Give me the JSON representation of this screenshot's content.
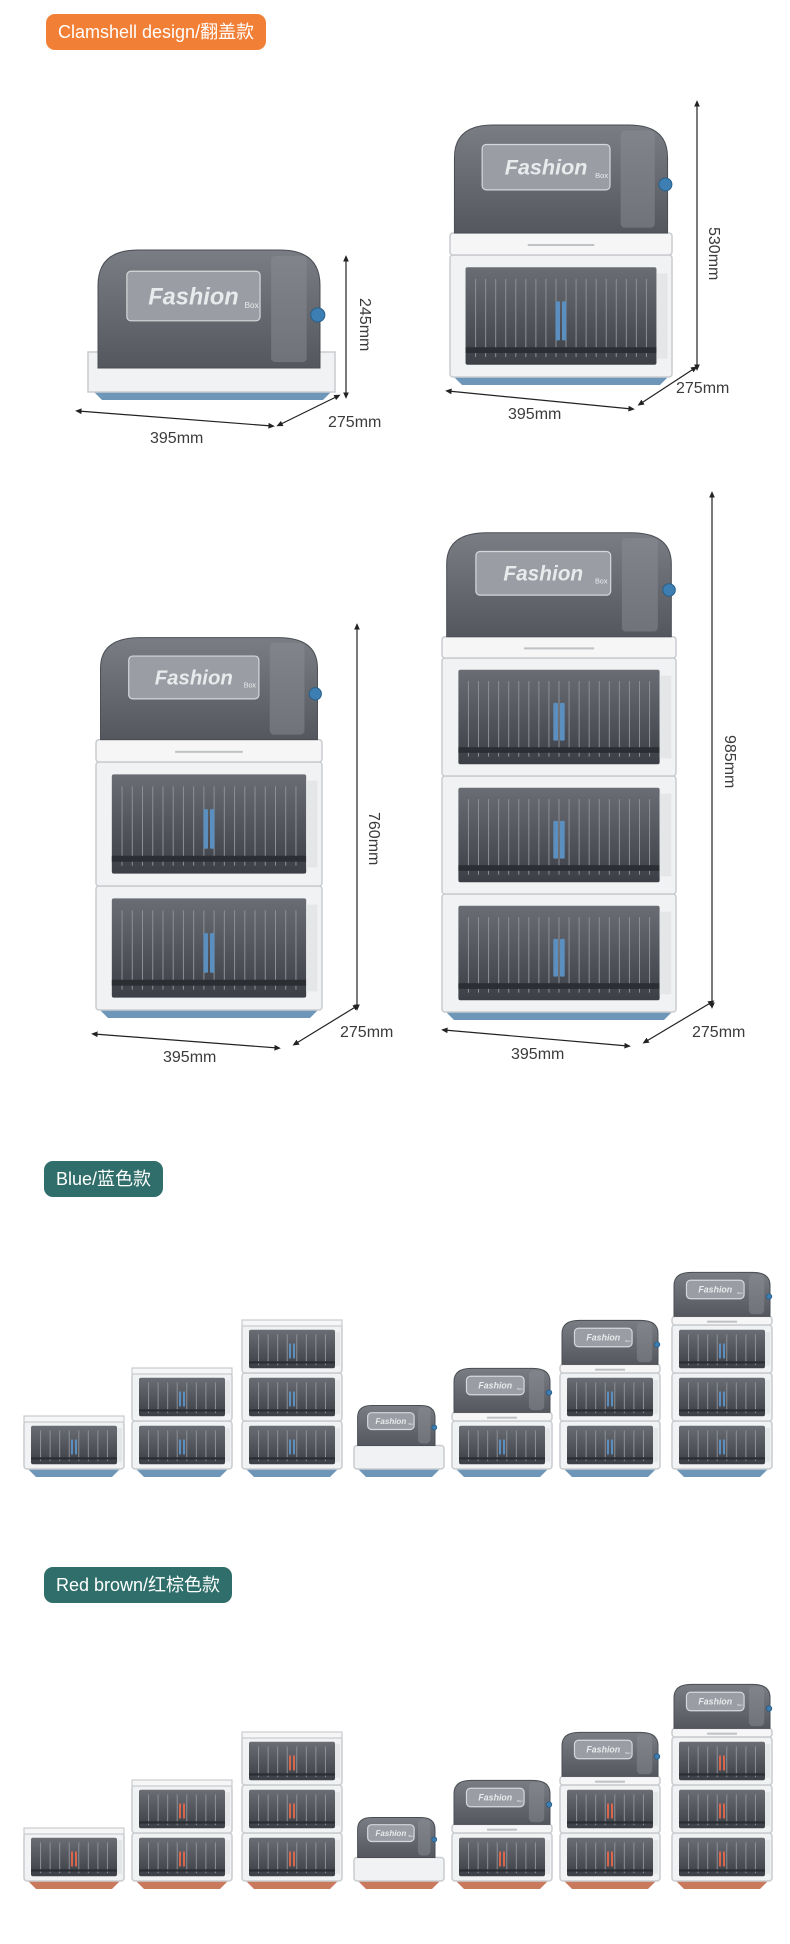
{
  "sections": {
    "clamshell": {
      "title": "Clamshell design/翻盖款",
      "accent": "#f27f36",
      "units": [
        {
          "label": "Fashion",
          "sub": "Box",
          "width_label": "395mm",
          "depth_label": "275mm",
          "height_label": "245mm",
          "tiers": 0
        },
        {
          "label": "Fashion",
          "sub": "Box",
          "width_label": "395mm",
          "depth_label": "275mm",
          "height_label": "530mm",
          "tiers": 1
        },
        {
          "label": "Fashion",
          "sub": "Box",
          "width_label": "395mm",
          "depth_label": "275mm",
          "height_label": "760mm",
          "tiers": 2
        },
        {
          "label": "Fashion",
          "sub": "Box",
          "width_label": "395mm",
          "depth_label": "275mm",
          "height_label": "985mm",
          "tiers": 3
        }
      ]
    },
    "blue": {
      "title": "Blue/蓝色款",
      "accent": "#2f6e6a",
      "base_color": "#6e96b8",
      "handle_color": "#5a8fc0"
    },
    "redbrown": {
      "title": "Red brown/红棕色款",
      "accent": "#2f6e6a",
      "base_color": "#c97a5c",
      "handle_color": "#d9664a"
    }
  },
  "lineup": [
    {
      "type": "drawer",
      "tiers": 1
    },
    {
      "type": "drawer",
      "tiers": 2
    },
    {
      "type": "drawer",
      "tiers": 3
    },
    {
      "type": "clam",
      "tiers": 0
    },
    {
      "type": "clam",
      "tiers": 1
    },
    {
      "type": "clam",
      "tiers": 2
    },
    {
      "type": "clam",
      "tiers": 3
    }
  ]
}
